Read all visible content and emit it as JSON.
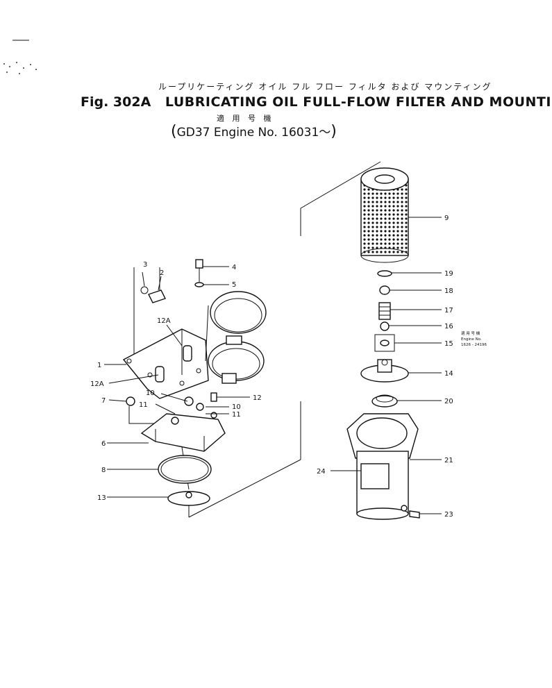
{
  "header": {
    "jp_title": "ループリケーティング オイル フル フロー フィルタ および マウンティング",
    "fig_label": "Fig. 302A",
    "title": "LUBRICATING OIL FULL-FLOW FILTER AND MOUNTING",
    "jp_applicable": "適 用 号 機",
    "open_paren": "(",
    "engine": "GD37 Engine No. 16031～",
    "close_paren": ")"
  },
  "callouts": {
    "c1": "1",
    "c2": "2",
    "c3": "3",
    "c4": "4",
    "c5": "5",
    "c6": "6",
    "c7": "7",
    "c8": "8",
    "c9": "9",
    "c10a": "10",
    "c10b": "10",
    "c11a": "11",
    "c11b": "11",
    "c12": "12",
    "c12a1": "12A",
    "c12a2": "12A",
    "c13": "13",
    "c14": "14",
    "c15": "15",
    "c16": "16",
    "c17": "17",
    "c18": "18",
    "c19": "19",
    "c20": "20",
    "c21": "21",
    "c23": "23",
    "c24": "24"
  },
  "note15": {
    "line1": "適 用 号 機",
    "line2": "Engine No.",
    "line3": "1626 - 24196"
  }
}
